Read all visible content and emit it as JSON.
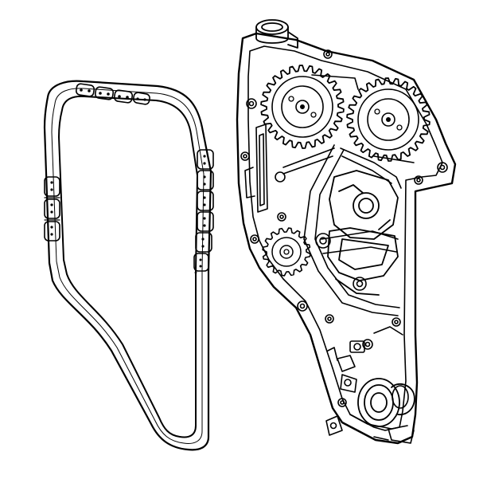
{
  "colors": {
    "stroke": "#000000",
    "background": "#ffffff"
  },
  "diagram": {
    "components": [
      {
        "id": "timing-chain",
        "icon": "chain-loop-illustration"
      },
      {
        "id": "engine-front-cover",
        "icon": "engine-cover-illustration"
      },
      {
        "id": "camshaft-sprocket-left",
        "icon": "gear-icon"
      },
      {
        "id": "camshaft-sprocket-right",
        "icon": "gear-icon"
      },
      {
        "id": "intermediate-sprocket",
        "icon": "gear-icon"
      },
      {
        "id": "crankshaft-sprocket",
        "icon": "pulley-icon"
      }
    ]
  }
}
